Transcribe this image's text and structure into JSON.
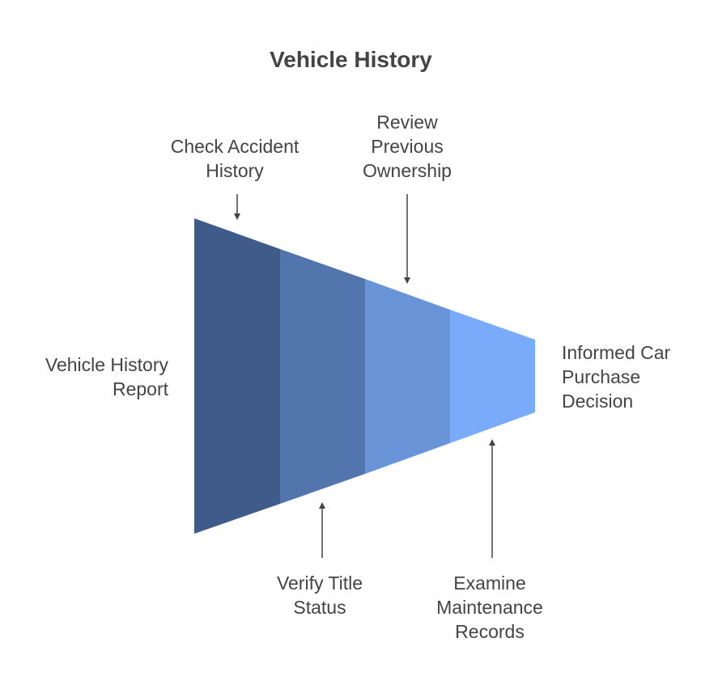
{
  "title": "Vehicle History",
  "start_label": [
    "Vehicle History",
    "Report"
  ],
  "end_label": [
    "Informed Car",
    "Purchase",
    "Decision"
  ],
  "stages": [
    {
      "name": "Check Accident History",
      "lines": [
        "Check Accident",
        "History"
      ],
      "color": "#3f5b8a"
    },
    {
      "name": "Verify Title Status",
      "lines": [
        "Verify Title",
        "Status"
      ],
      "color": "#5375ae"
    },
    {
      "name": "Review Previous Ownership",
      "lines": [
        "Review",
        "Previous",
        "Ownership"
      ],
      "color": "#6994d8"
    },
    {
      "name": "Examine Maintenance Records",
      "lines": [
        "Examine",
        "Maintenance",
        "Records"
      ],
      "color": "#7aabfb"
    }
  ],
  "colors": {
    "text": "#444444",
    "arrow": "#444444"
  }
}
